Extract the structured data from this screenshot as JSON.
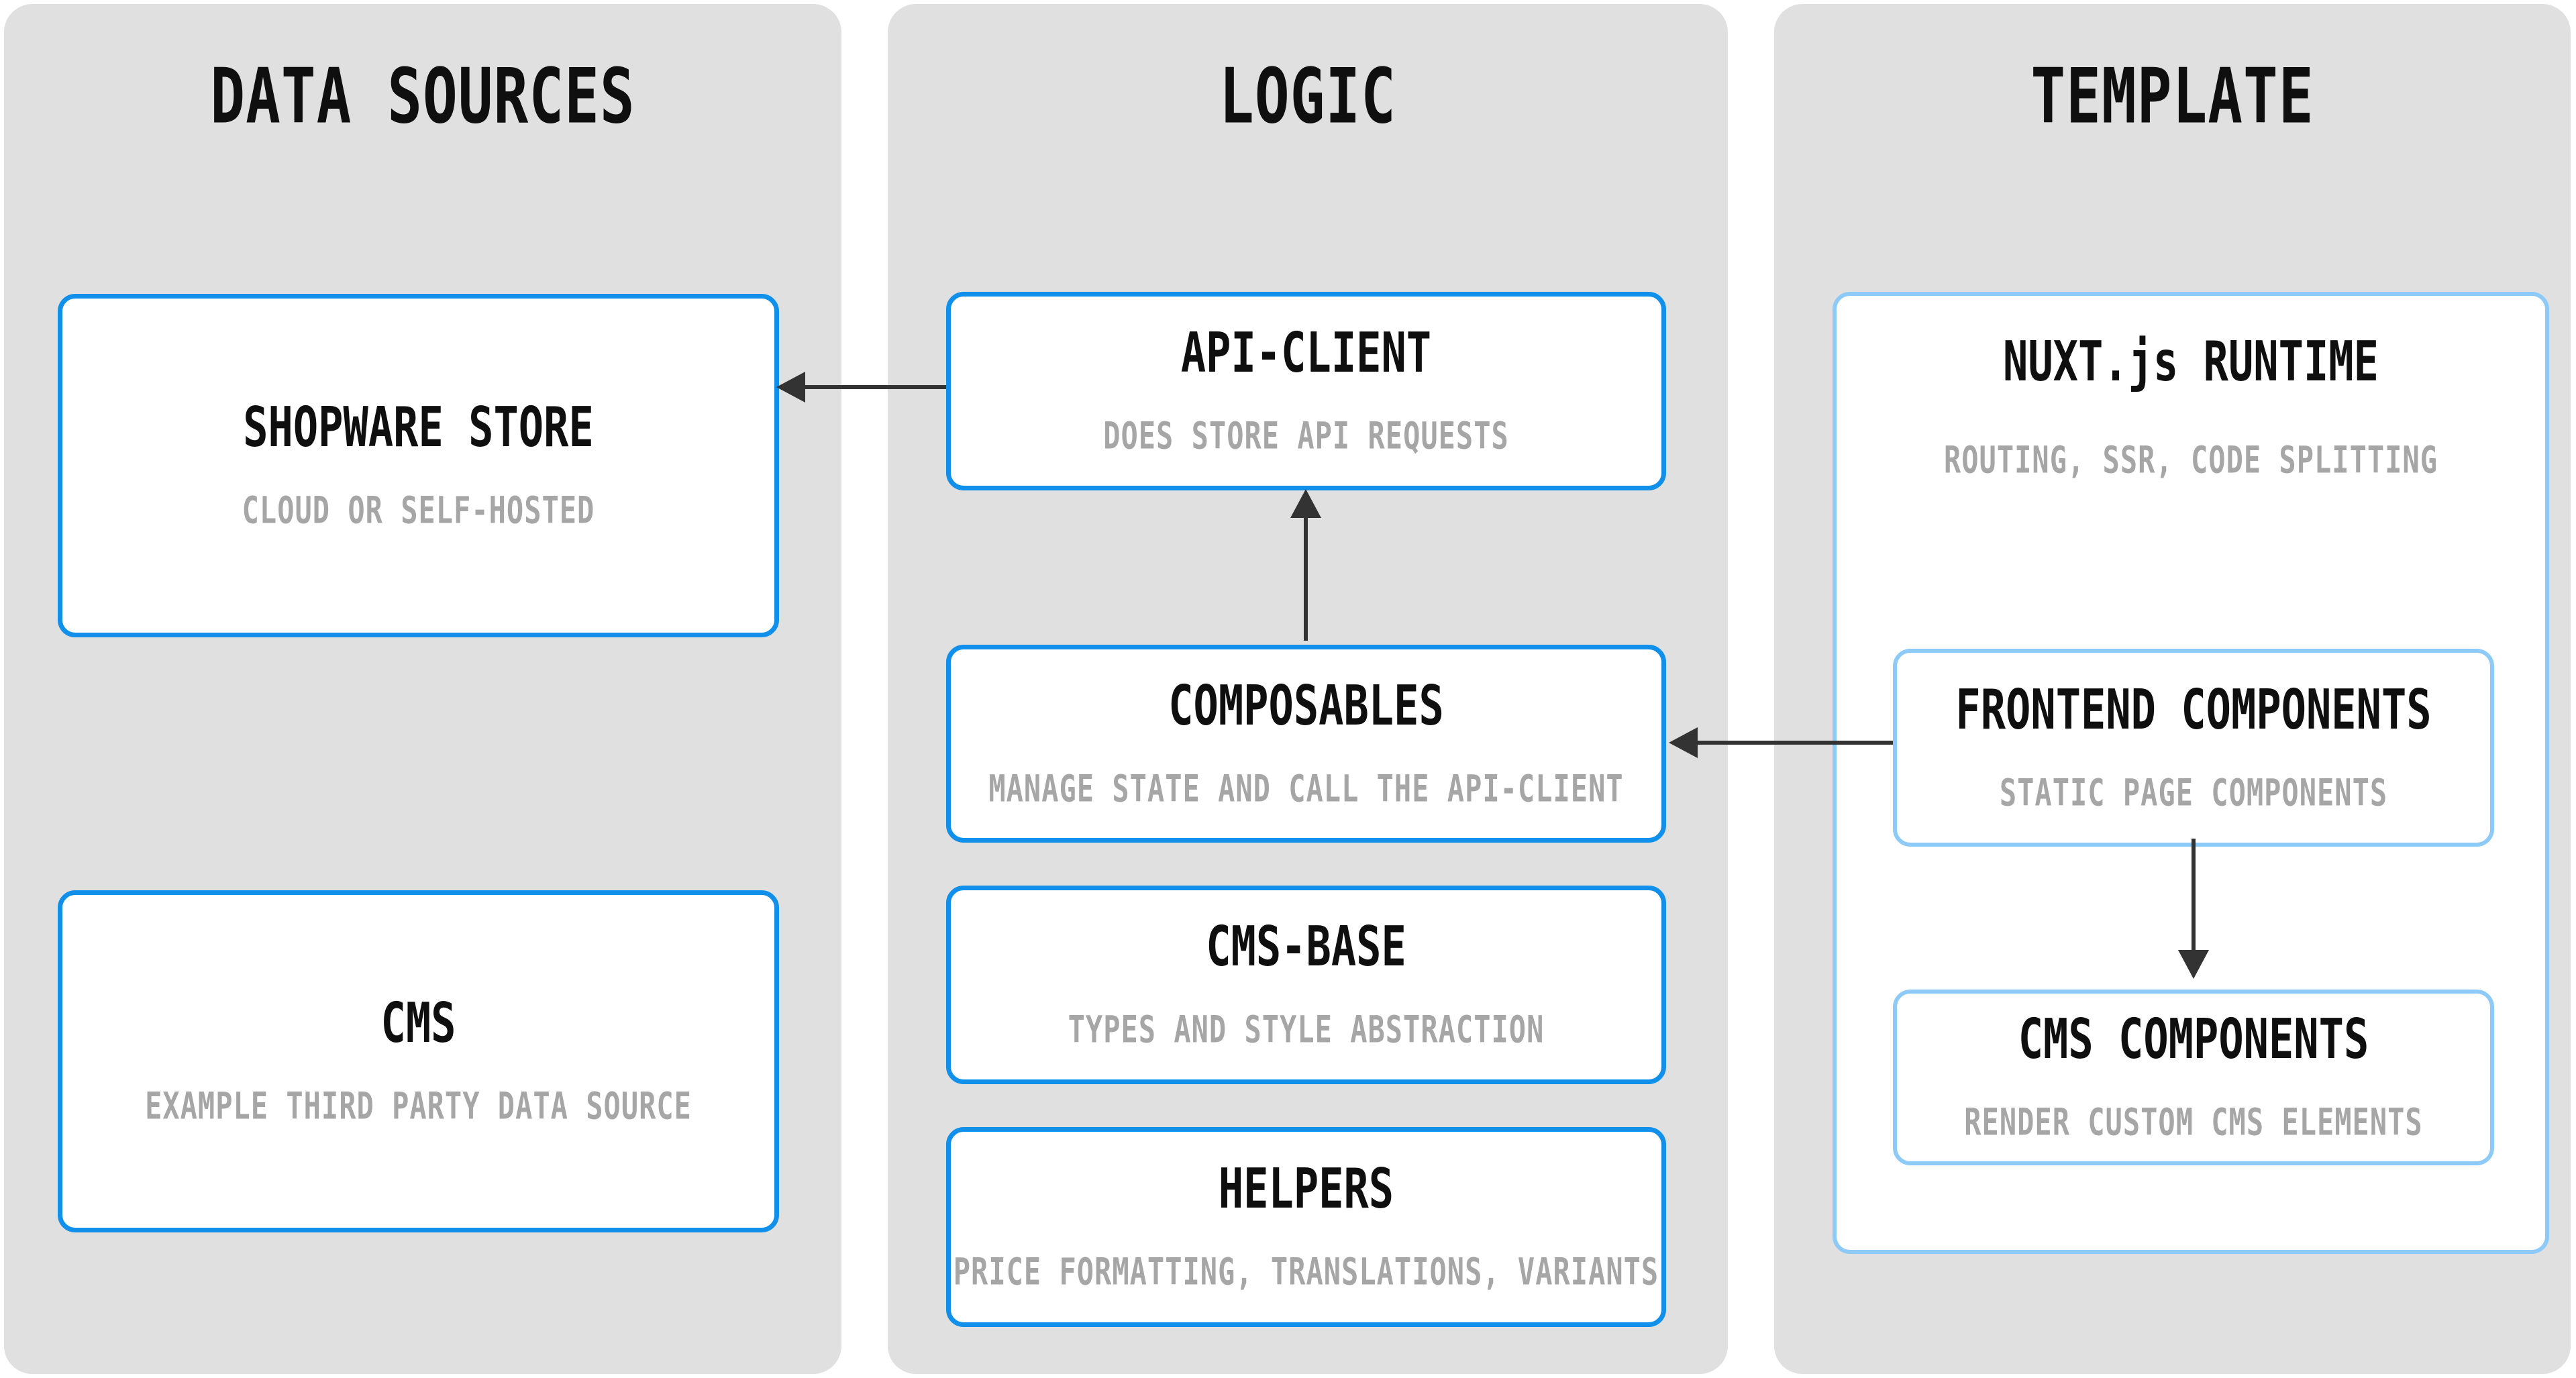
{
  "diagram": {
    "columns": [
      {
        "title": "DATA SOURCES",
        "boxes": [
          {
            "title": "SHOPWARE STORE",
            "subtitle": "CLOUD OR SELF-HOSTED"
          },
          {
            "title": "CMS",
            "subtitle": "EXAMPLE THIRD PARTY DATA SOURCE"
          }
        ]
      },
      {
        "title": "LOGIC",
        "boxes": [
          {
            "title": "API-CLIENT",
            "subtitle": "DOES STORE API REQUESTS"
          },
          {
            "title": "COMPOSABLES",
            "subtitle": "MANAGE STATE AND CALL THE API-CLIENT"
          },
          {
            "title": "CMS-BASE",
            "subtitle": "TYPES AND STYLE ABSTRACTION"
          },
          {
            "title": "HELPERS",
            "subtitle": "PRICE FORMATTING, TRANSLATIONS, VARIANTS"
          }
        ]
      },
      {
        "title": "TEMPLATE",
        "boxes": [
          {
            "title": "NUXT.js RUNTIME",
            "subtitle": "ROUTING, SSR, CODE SPLITTING",
            "children": [
              {
                "title": "FRONTEND COMPONENTS",
                "subtitle": "STATIC PAGE COMPONENTS"
              },
              {
                "title": "CMS COMPONENTS",
                "subtitle": "RENDER CUSTOM CMS ELEMENTS"
              }
            ]
          }
        ]
      }
    ],
    "arrows": [
      {
        "name": "api-client-to-shopware-store",
        "from": "API-CLIENT",
        "to": "SHOPWARE STORE",
        "direction": "left"
      },
      {
        "name": "composables-to-api-client",
        "from": "COMPOSABLES",
        "to": "API-CLIENT",
        "direction": "up"
      },
      {
        "name": "frontend-components-to-composables",
        "from": "FRONTEND COMPONENTS",
        "to": "COMPOSABLES",
        "direction": "left"
      },
      {
        "name": "frontend-components-to-cms-components",
        "from": "FRONTEND COMPONENTS",
        "to": "CMS COMPONENTS",
        "direction": "down"
      }
    ],
    "colors": {
      "accent_blue": "#1090ea",
      "light_blue": "#8ecaf7",
      "column_bg": "#e0e0e0",
      "arrow": "#333333",
      "title_black": "#0f0f0f",
      "subtitle_gray": "#a6a6a6"
    }
  }
}
